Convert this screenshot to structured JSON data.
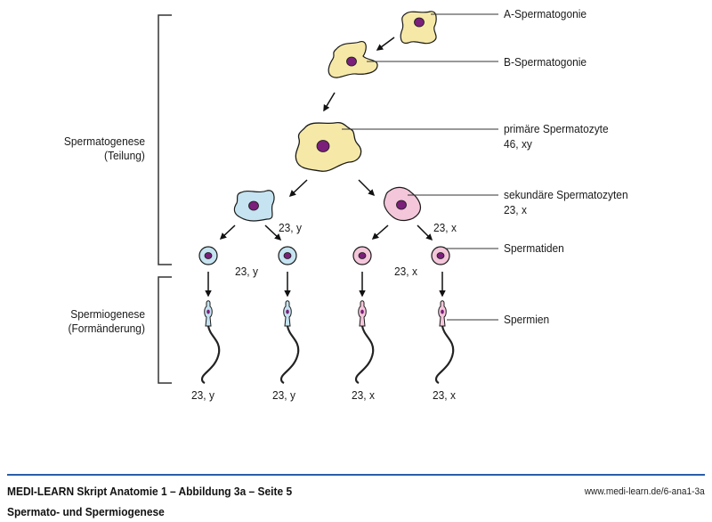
{
  "colors": {
    "cell_yellow": "#f6e9a8",
    "cell_blue": "#c5e3f0",
    "cell_pink": "#f4c6da",
    "nucleus": "#7a1f7a",
    "outline": "#1a1a1a",
    "footer_rule": "#2a5ea8"
  },
  "brackets": {
    "spermatogenese": [
      "Spermatogenese",
      "(Teilung)"
    ],
    "spermiogenese": [
      "Spermiogenese",
      "(Formänderung)"
    ]
  },
  "labels": {
    "a_spermatogonie": "A-Spermatogonie",
    "b_spermatogonie": "B-Spermatogonie",
    "primaere_spermatozyte": "primäre Spermatozyte",
    "primaere_karyotyp": "46, xy",
    "sekundaere_spermatozyten": "sekundäre Spermatozyten",
    "sekundaere_karyotyp": "23, x",
    "spermatiden": "Spermatiden",
    "spermien": "Spermien"
  },
  "karyotypes": {
    "secondary_left": "23, y",
    "secondary_right": "23, x",
    "spermatids_left": "23, y",
    "spermatids_right": "23, x",
    "sperm": [
      "23, y",
      "23, y",
      "23, x",
      "23, x"
    ]
  },
  "footer": {
    "title": "MEDI-LEARN Skript Anatomie 1 – Abbildung 3a – Seite 5",
    "subtitle": "Spermato- und Spermiogenese",
    "url": "www.medi-learn.de/6-ana1-3a"
  }
}
